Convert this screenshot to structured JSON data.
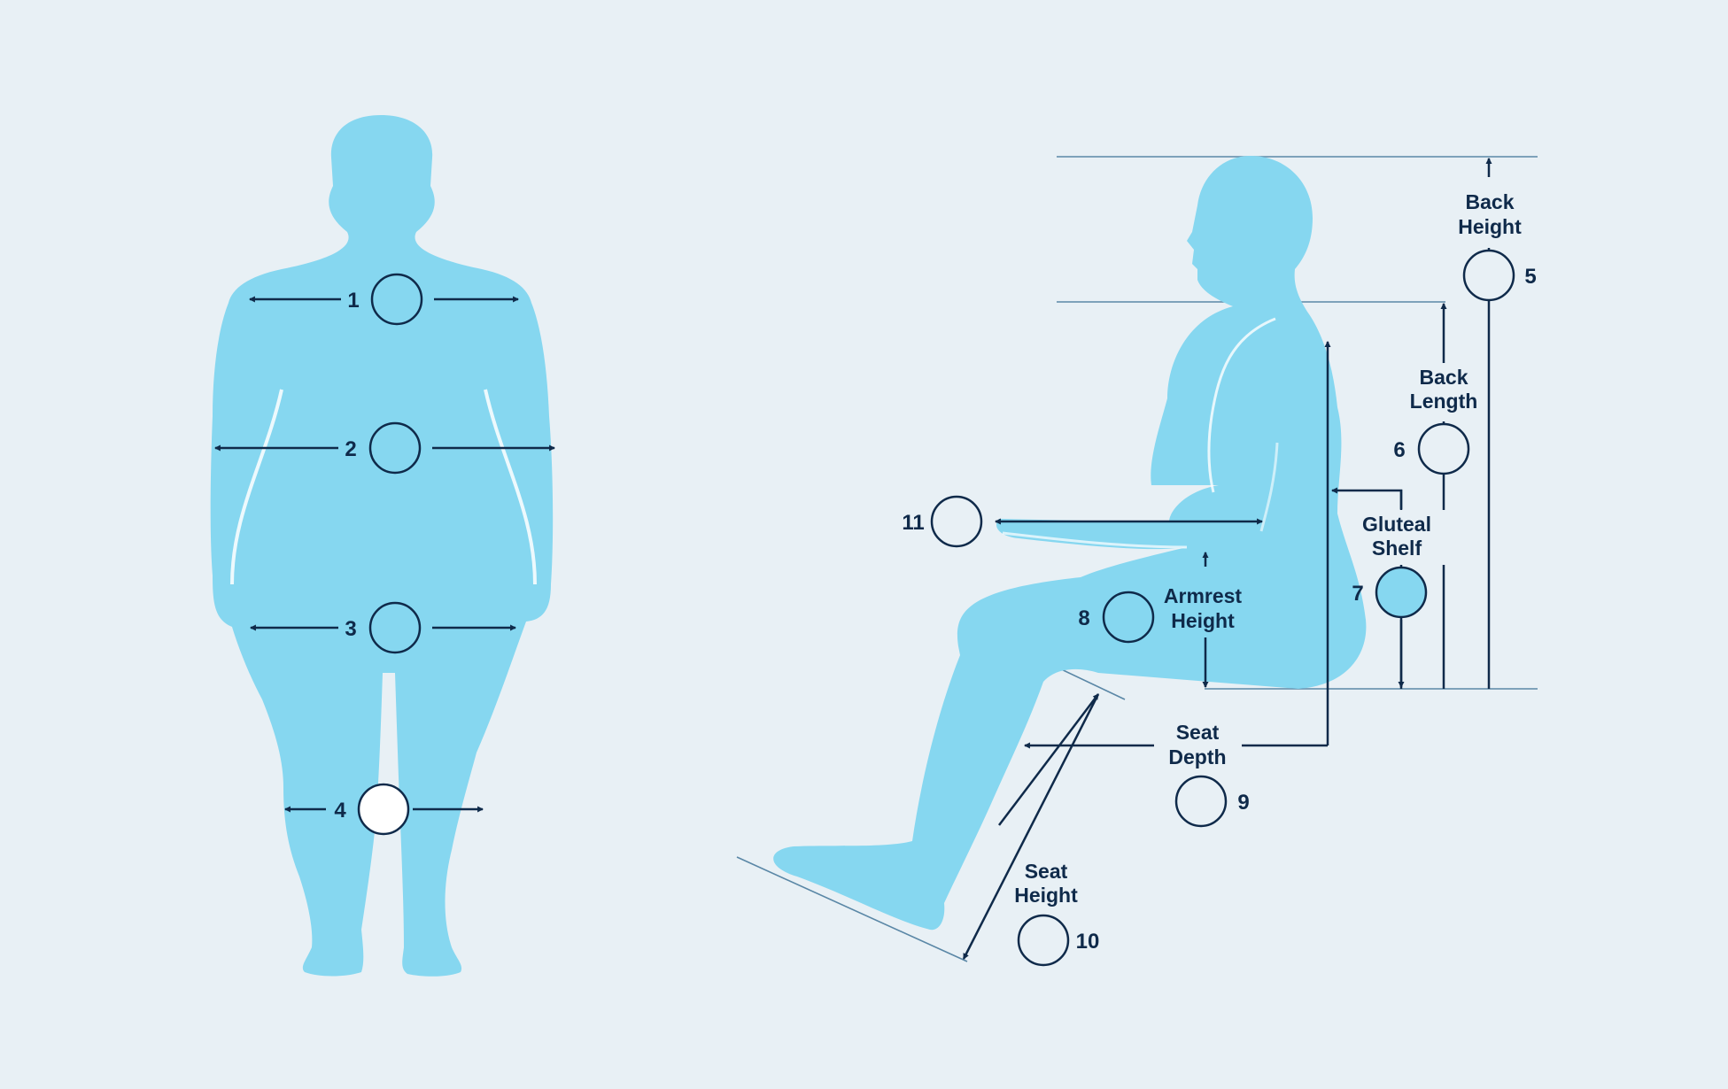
{
  "colors": {
    "background": "#e8f0f5",
    "body_fill": "#86d7f0",
    "body_outline": "#ffffff",
    "ink": "#0f2a4a",
    "reference_line": "#5a87a6",
    "circle_fill": "#ffffff"
  },
  "front_view": {
    "markers": [
      {
        "number": "1"
      },
      {
        "number": "2"
      },
      {
        "number": "3"
      },
      {
        "number": "4"
      }
    ]
  },
  "side_view": {
    "measurements": [
      {
        "number": "5",
        "label_lines": [
          "Back",
          "Height"
        ]
      },
      {
        "number": "6",
        "label_lines": [
          "Back",
          "Length"
        ]
      },
      {
        "number": "7",
        "label_lines": [
          "Gluteal",
          "Shelf"
        ]
      },
      {
        "number": "8",
        "label_lines": [
          "Armrest",
          "Height"
        ]
      },
      {
        "number": "9",
        "label_lines": [
          "Seat",
          "Depth"
        ]
      },
      {
        "number": "10",
        "label_lines": [
          "Seat",
          "Height"
        ]
      },
      {
        "number": "11",
        "label_lines": []
      }
    ]
  }
}
